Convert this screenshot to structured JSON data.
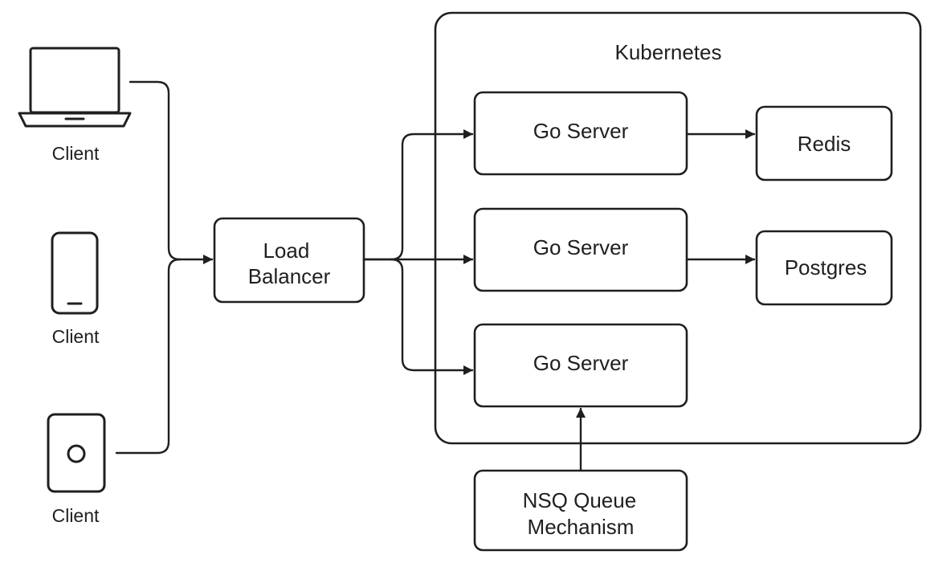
{
  "diagram": {
    "group": {
      "label": "Kubernetes"
    },
    "clients": [
      {
        "label": "Client",
        "icon": "laptop-icon"
      },
      {
        "label": "Client",
        "icon": "phone-icon"
      },
      {
        "label": "Client",
        "icon": "tablet-icon"
      }
    ],
    "load_balancer": {
      "label_lines": [
        "Load",
        "Balancer"
      ]
    },
    "go_servers": [
      {
        "label": "Go Server"
      },
      {
        "label": "Go Server"
      },
      {
        "label": "Go Server"
      }
    ],
    "redis": {
      "label": "Redis"
    },
    "postgres": {
      "label": "Postgres"
    },
    "queue": {
      "label_lines": [
        "NSQ Queue",
        "Mechanism"
      ]
    },
    "colors": {
      "stroke": "#1f1f1f",
      "background": "#ffffff"
    }
  }
}
